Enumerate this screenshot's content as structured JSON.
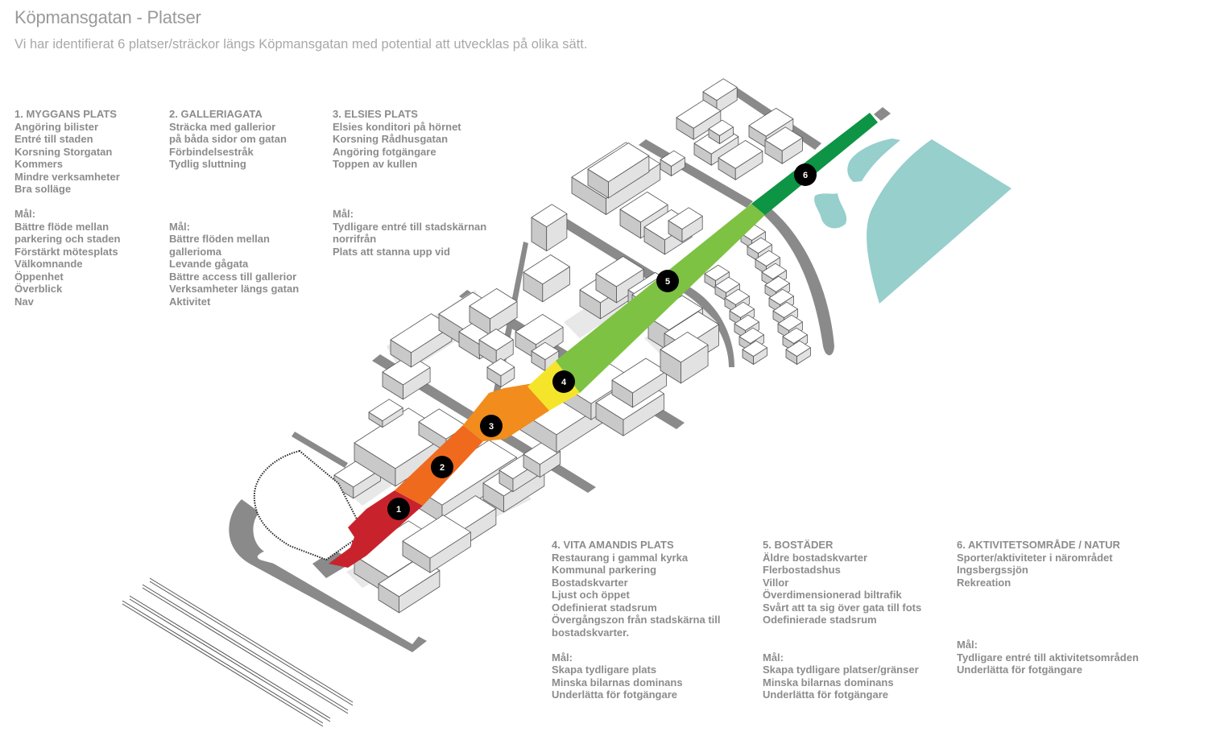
{
  "header": {
    "title": "Köpmansgatan - Platser",
    "subtitle": "Vi har identifierat 6 platser/sträckor längs Köpmansgatan med potential att utvecklas på olika sätt."
  },
  "places": [
    {
      "heading": "1. MYGGANS PLATS",
      "lines": [
        "Angöring bilister",
        "Entré till staden",
        "Korsning Storgatan",
        "Kommers",
        "Mindre verksamheter",
        "Bra solläge"
      ],
      "goals_label": "Mål:",
      "goals": [
        "Bättre flöde mellan",
        "parkering och staden",
        "Förstärkt mötesplats",
        "Välkomnande",
        "Öppenhet",
        "Överblick",
        "Nav"
      ]
    },
    {
      "heading": "2. GALLERIAGATA",
      "lines": [
        "Sträcka med gallerior",
        "på båda sidor om gatan",
        "Förbindelsestråk",
        "Tydlig sluttning"
      ],
      "goals_label": "Mål:",
      "goals": [
        "Bättre flöden mellan",
        "gallerioma",
        "Levande gågata",
        "Bättre access till gallerior",
        "Verksamheter längs gatan",
        "Aktivitet"
      ]
    },
    {
      "heading": "3. ELSIES PLATS",
      "lines": [
        "Elsies konditori på hörnet",
        "Korsning Rådhusgatan",
        "Angöring fotgängare",
        "Toppen av kullen"
      ],
      "goals_label": "Mål:",
      "goals": [
        "Tydligare entré till stadskärnan",
        "norrifrån",
        "Plats att stanna upp vid"
      ]
    },
    {
      "heading": "4. VITA AMANDIS PLATS",
      "lines": [
        "Restaurang i gammal kyrka",
        "Kommunal parkering",
        "Bostadskvarter",
        "Ljust och öppet",
        "Odefinierat stadsrum",
        "Övergångszon från stadskärna till",
        "bostadskvarter."
      ],
      "goals_label": "Mål:",
      "goals": [
        "Skapa tydligare plats",
        "Minska bilarnas dominans",
        "Underlätta för fotgängare"
      ]
    },
    {
      "heading": "5. BOSTÄDER",
      "lines": [
        "Äldre bostadskvarter",
        "Flerbostadshus",
        "Villor",
        "Överdimensionerad biltrafik",
        "Svårt att ta sig över gata till fots",
        "Odefinierade stadsrum"
      ],
      "goals_label": "Mål:",
      "goals": [
        "Skapa tydligare platser/gränser",
        "Minska bilarnas dominans",
        "Underlätta för fotgängare"
      ]
    },
    {
      "heading": "6. AKTIVITETSOMRÅDE / NATUR",
      "lines": [
        "Sporter/aktiviteter i närområdet",
        "Ingsbergssjön",
        "Rekreation"
      ],
      "goals_label": "Mål:",
      "goals": [
        "Tydligare entré till aktivitetsområden",
        "Underlätta för fotgängare"
      ]
    }
  ],
  "map": {
    "markers": [
      "1",
      "2",
      "3",
      "4",
      "5",
      "6"
    ],
    "segment_colors": {
      "1": "#c8232c",
      "2": "#f06a1e",
      "3": "#f28c1c",
      "4": "#f5e52a",
      "5": "#7dc242",
      "6": "#0d9444"
    },
    "colors": {
      "road": "#8a8a8a",
      "water": "#96cfcc",
      "building_top": "#ffffff",
      "building_side": "#d6d6d6",
      "building_shadow": "#e6e6e6",
      "marker": "#000000",
      "text": "#8c8c8c"
    }
  }
}
